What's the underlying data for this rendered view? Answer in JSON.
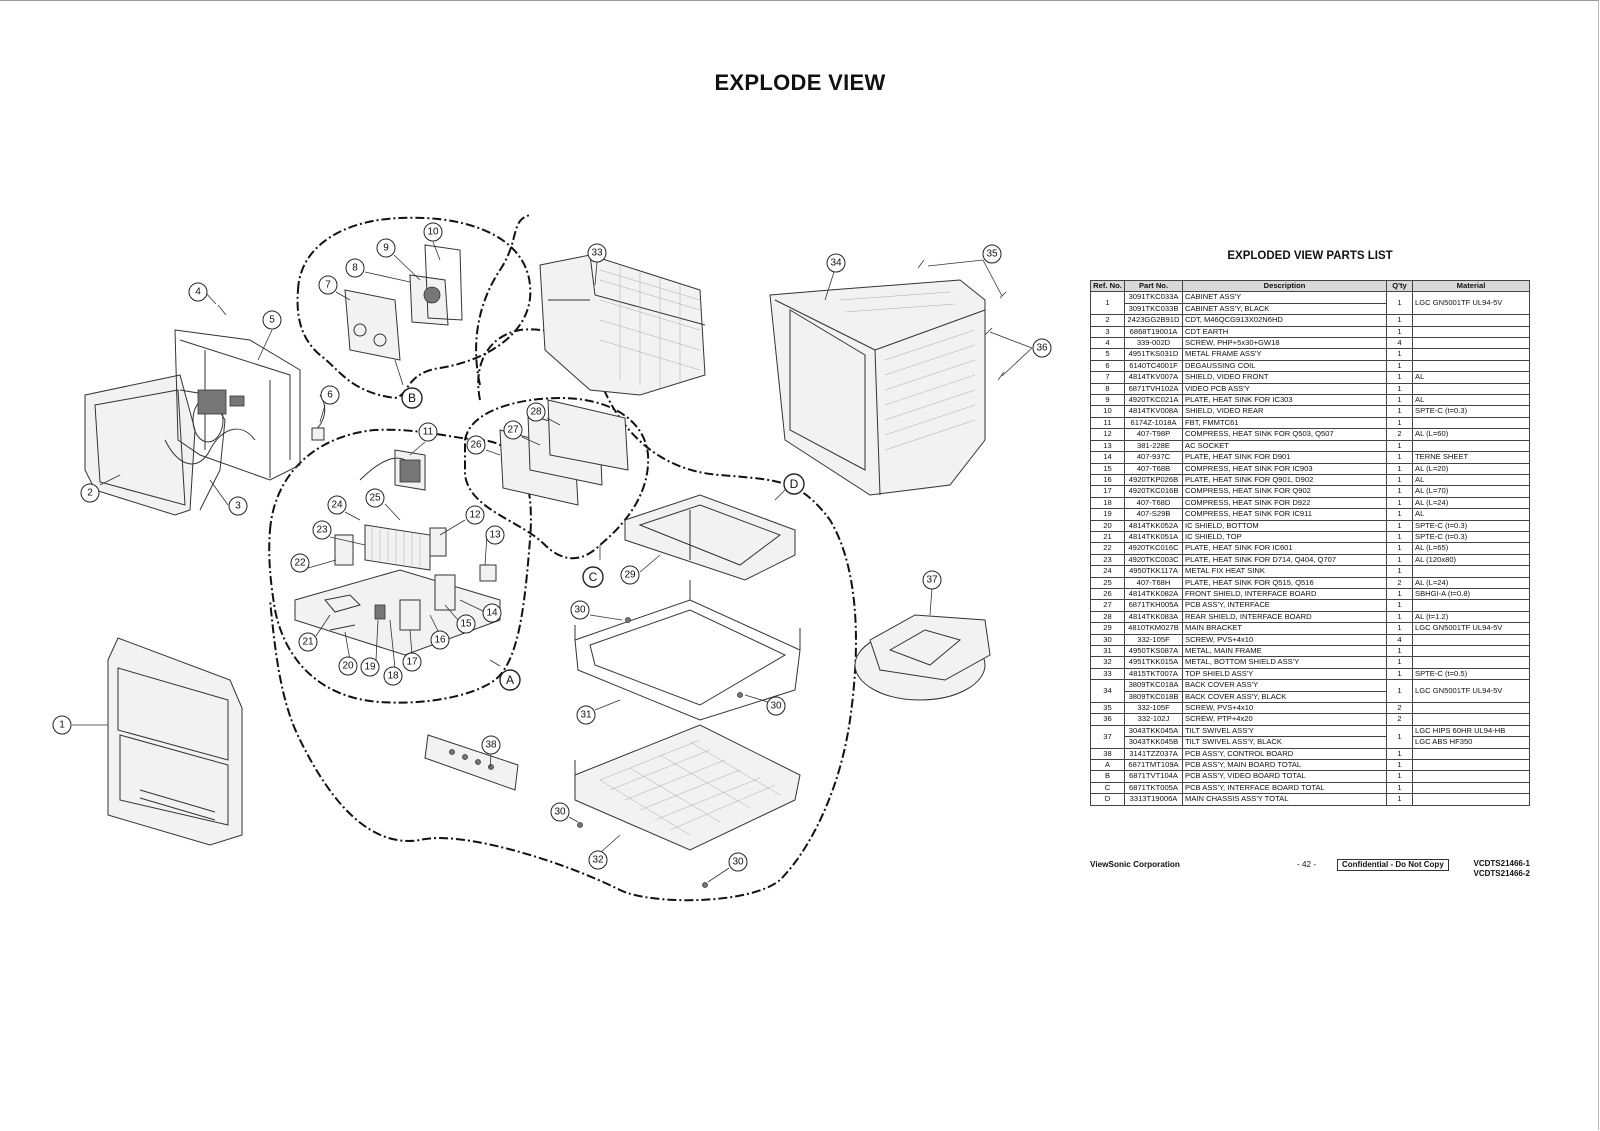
{
  "page": {
    "title": "EXPLODE VIEW"
  },
  "diagram": {
    "callouts": [
      "1",
      "2",
      "3",
      "4",
      "5",
      "6",
      "7",
      "8",
      "9",
      "10",
      "11",
      "12",
      "13",
      "14",
      "15",
      "16",
      "17",
      "18",
      "19",
      "20",
      "21",
      "22",
      "23",
      "24",
      "25",
      "26",
      "27",
      "28",
      "29",
      "30",
      "31",
      "32",
      "33",
      "34",
      "35",
      "36",
      "37",
      "38",
      "A",
      "B",
      "C",
      "D"
    ]
  },
  "parts_list": {
    "title": "EXPLODED VIEW PARTS LIST",
    "headers": [
      "Ref. No.",
      "Part No.",
      "Description",
      "Q'ty",
      "Material"
    ],
    "rows": [
      {
        "ref": "1",
        "part": "3091TKC033A",
        "desc": "CABINET ASS'Y",
        "qty": "1",
        "mat": "LGC GN5001TF    UL94-5V"
      },
      {
        "ref": "",
        "part": "3091TKC033B",
        "desc": "CABINET ASS'Y, BLACK",
        "qty": "",
        "mat": ""
      },
      {
        "ref": "2",
        "part": "2423GG2B91D",
        "desc": "CDT, M46QCG913X02N6HD",
        "qty": "1",
        "mat": ""
      },
      {
        "ref": "3",
        "part": "6868T19001A",
        "desc": "CDT EARTH",
        "qty": "1",
        "mat": ""
      },
      {
        "ref": "4",
        "part": "339-002D",
        "desc": "SCREW, PHP+5x30+GW18",
        "qty": "4",
        "mat": ""
      },
      {
        "ref": "5",
        "part": "4951TKS031D",
        "desc": "METAL FRAME ASS'Y",
        "qty": "1",
        "mat": ""
      },
      {
        "ref": "6",
        "part": "6140TC4001F",
        "desc": "DEGAUSSING COIL",
        "qty": "1",
        "mat": ""
      },
      {
        "ref": "7",
        "part": "4814TKV007A",
        "desc": "SHIELD, VIDEO FRONT",
        "qty": "1",
        "mat": "AL"
      },
      {
        "ref": "8",
        "part": "6871TVH102A",
        "desc": "VIDEO PCB ASS'Y",
        "qty": "1",
        "mat": ""
      },
      {
        "ref": "9",
        "part": "4920TKC021A",
        "desc": "PLATE, HEAT SINK FOR IC303",
        "qty": "1",
        "mat": "AL"
      },
      {
        "ref": "10",
        "part": "4814TKV008A",
        "desc": "SHIELD, VIDEO REAR",
        "qty": "1",
        "mat": "SPTE-C (t=0.3)"
      },
      {
        "ref": "11",
        "part": "6174Z-1018A",
        "desc": "FBT, FMMTC61",
        "qty": "1",
        "mat": ""
      },
      {
        "ref": "12",
        "part": "407-T98P",
        "desc": "COMPRESS, HEAT SINK FOR Q503, Q507",
        "qty": "2",
        "mat": "AL (L=60)"
      },
      {
        "ref": "13",
        "part": "381-228E",
        "desc": "AC SOCKET",
        "qty": "1",
        "mat": ""
      },
      {
        "ref": "14",
        "part": "407-937C",
        "desc": "PLATE, HEAT SINK FOR D901",
        "qty": "1",
        "mat": "TERNE SHEET"
      },
      {
        "ref": "15",
        "part": "407-T68B",
        "desc": "COMPRESS, HEAT SINK FOR IC903",
        "qty": "1",
        "mat": "AL (L=20)"
      },
      {
        "ref": "16",
        "part": "4920TKP026B",
        "desc": "PLATE, HEAT SINK FOR Q901, D902",
        "qty": "1",
        "mat": "AL"
      },
      {
        "ref": "17",
        "part": "4920TKC016B",
        "desc": "COMPRESS, HEAT SINK FOR Q902",
        "qty": "1",
        "mat": "AL (L=70)"
      },
      {
        "ref": "18",
        "part": "407-T68D",
        "desc": "COMPRESS, HEAT SINK FOR D922",
        "qty": "1",
        "mat": "AL (L=24)"
      },
      {
        "ref": "19",
        "part": "407-S29B",
        "desc": "COMPRESS, HEAT SINK FOR IC911",
        "qty": "1",
        "mat": "AL"
      },
      {
        "ref": "20",
        "part": "4814TKK052A",
        "desc": "IC SHIELD, BOTTOM",
        "qty": "1",
        "mat": "SPTE-C (t=0.3)"
      },
      {
        "ref": "21",
        "part": "4814TKK051A",
        "desc": "IC SHIELD, TOP",
        "qty": "1",
        "mat": "SPTE-C (t=0.3)"
      },
      {
        "ref": "22",
        "part": "4920TKC016C",
        "desc": "PLATE, HEAT SINK FOR IC601",
        "qty": "1",
        "mat": "AL (L=65)"
      },
      {
        "ref": "23",
        "part": "4920TKC003C",
        "desc": "PLATE, HEAT SINK FOR D714, Q404, Q707",
        "qty": "1",
        "mat": "AL (120x80)"
      },
      {
        "ref": "24",
        "part": "4950TKK117A",
        "desc": "METAL FIX HEAT SINK",
        "qty": "1",
        "mat": ""
      },
      {
        "ref": "25",
        "part": "407-T68H",
        "desc": "PLATE, HEAT SINK FOR Q515, Q516",
        "qty": "2",
        "mat": "AL (L=24)"
      },
      {
        "ref": "26",
        "part": "4814TKK082A",
        "desc": "FRONT SHIELD, INTERFACE BOARD",
        "qty": "1",
        "mat": "SBHGI-A (t=0.8)"
      },
      {
        "ref": "27",
        "part": "6871TKH005A",
        "desc": "PCB ASS'Y, INTERFACE",
        "qty": "1",
        "mat": ""
      },
      {
        "ref": "28",
        "part": "4814TKK083A",
        "desc": "REAR SHIELD, INTERFACE BOARD",
        "qty": "1",
        "mat": "AL (t=1.2)"
      },
      {
        "ref": "29",
        "part": "4810TKM027B",
        "desc": "MAIN BRACKET",
        "qty": "1",
        "mat": "LGC GN5001TF    UL94-5V"
      },
      {
        "ref": "30",
        "part": "332-105F",
        "desc": "SCREW, PVS+4x10",
        "qty": "4",
        "mat": ""
      },
      {
        "ref": "31",
        "part": "4950TKS087A",
        "desc": "METAL, MAIN FRAME",
        "qty": "1",
        "mat": ""
      },
      {
        "ref": "32",
        "part": "4951TKK015A",
        "desc": "METAL, BOTTOM SHIELD ASS'Y",
        "qty": "1",
        "mat": ""
      },
      {
        "ref": "33",
        "part": "4815TKT007A",
        "desc": "TOP SHIELD ASS'Y",
        "qty": "1",
        "mat": "SPTE-C (t=0.5)"
      },
      {
        "ref": "34",
        "part": "3809TKC018A",
        "desc": "BACK COVER ASS'Y",
        "qty": "1",
        "mat": "LGC GN5001TF    UL94-5V"
      },
      {
        "ref": "",
        "part": "3809TKC018B",
        "desc": "BACK COVER ASS'Y, BLACK",
        "qty": "",
        "mat": ""
      },
      {
        "ref": "35",
        "part": "332-105F",
        "desc": "SCREW, PVS+4x10",
        "qty": "2",
        "mat": ""
      },
      {
        "ref": "36",
        "part": "332-102J",
        "desc": "SCREW, PTP+4x20",
        "qty": "2",
        "mat": ""
      },
      {
        "ref": "37",
        "part": "3043TKK045A",
        "desc": "TILT SWIVEL ASS'Y",
        "qty": "1",
        "mat": "LGC HIPS 60HR    UL94-HB"
      },
      {
        "ref": "",
        "part": "3043TKK045B",
        "desc": "TILT SWIVEL ASS'Y, BLACK",
        "qty": "",
        "mat": "LGC ABS HF350"
      },
      {
        "ref": "38",
        "part": "3141TZZ037A",
        "desc": "PCB ASS'Y, CONTROL BOARD",
        "qty": "1",
        "mat": ""
      },
      {
        "ref": "A",
        "part": "6871TMT109A",
        "desc": "PCB ASS'Y, MAIN BOARD TOTAL",
        "qty": "1",
        "mat": ""
      },
      {
        "ref": "B",
        "part": "6871TVT104A",
        "desc": "PCB ASS'Y, VIDEO BOARD TOTAL",
        "qty": "1",
        "mat": ""
      },
      {
        "ref": "C",
        "part": "6871TKT005A",
        "desc": "PCB ASS'Y, INTERFACE BOARD TOTAL",
        "qty": "1",
        "mat": ""
      },
      {
        "ref": "D",
        "part": "3313T19006A",
        "desc": "MAIN CHASSIS ASS'Y TOTAL",
        "qty": "1",
        "mat": ""
      }
    ]
  },
  "footer": {
    "company": "ViewSonic Corporation",
    "page": "- 42 -",
    "confidential": "Confidential - Do Not Copy",
    "doc1": "VCDTS21466-1",
    "doc2": "VCDTS21466-2"
  }
}
